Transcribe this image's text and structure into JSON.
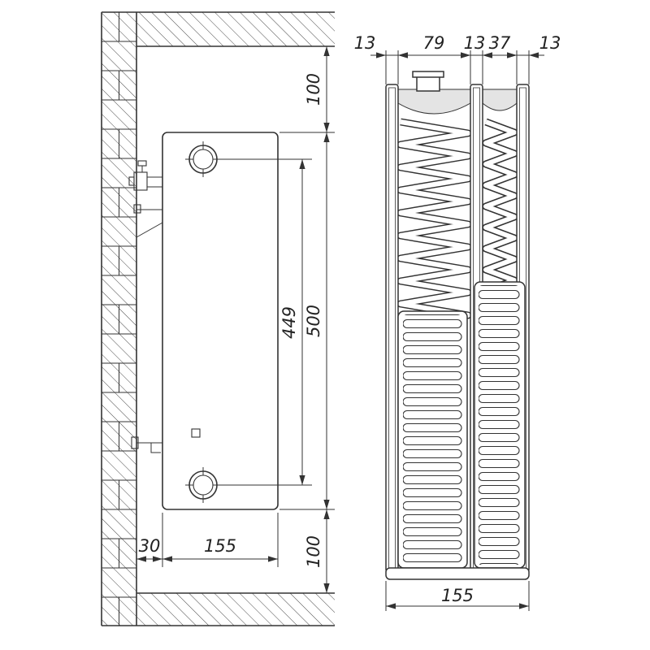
{
  "colors": {
    "ink": "#333333",
    "hatch": "#4a4a4a",
    "header_fill": "#e4e4e4"
  },
  "side_view": {
    "dims": {
      "top_offset": "100",
      "height": "500",
      "pipe_spacing": "449",
      "wall_gap": "30",
      "depth": "155",
      "bottom_offset": "100"
    }
  },
  "section_view": {
    "dims": {
      "panel1": "13",
      "bay1": "79",
      "panel2": "13",
      "bay2": "37",
      "panel3": "13",
      "overall_depth": "155"
    }
  }
}
